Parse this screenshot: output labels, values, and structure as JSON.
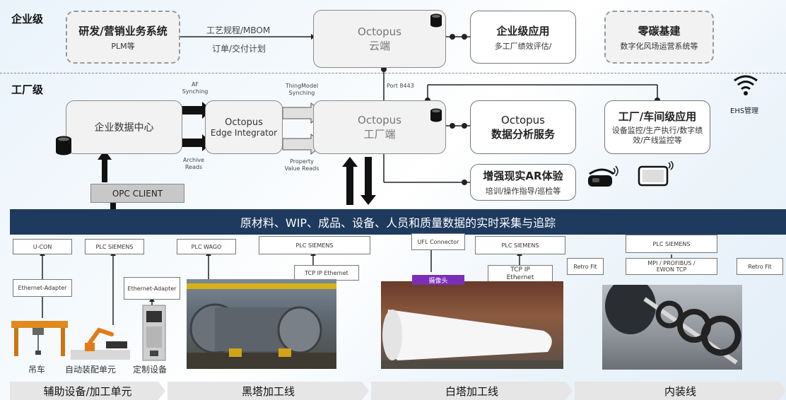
{
  "levels": {
    "enterprise": "企业级",
    "factory": "工厂级"
  },
  "enterprise_boxes": {
    "rd_title": "研发/营销业务系统",
    "rd_sub": "PLM等",
    "cloud_title": "Octopus",
    "cloud_sub": "云端",
    "apps_title": "企业级应用",
    "apps_sub": "多工厂绩效评估/",
    "zero_title": "零碳基建",
    "zero_sub": "数字化风场运营系统等"
  },
  "flow_labels": {
    "mbom": "工艺规程/MBOM",
    "order": "订单/交付计划",
    "port": "Port 8443"
  },
  "factory_boxes": {
    "datacenter": "企业数据中心",
    "edge_title": "Octopus",
    "edge_sub": "Edge Integrator",
    "plant_title": "Octopus",
    "plant_sub": "工厂端",
    "analytics_title": "Octopus",
    "analytics_sub": "数据分析服务",
    "shop_title": "工厂/车间级应用",
    "shop_sub": "设备监控/生产执行/数字绩效/产线监控等",
    "ar_title": "增强现实AR体验",
    "ar_sub": "培训/操作指导/巡检等",
    "opc": "OPC CLIENT",
    "ehs": "EHS管理"
  },
  "sync_labels": {
    "af_sync": "AF Synching",
    "archive": "Archive Reads",
    "thing_sync": "ThingModel Synching",
    "property": "Property Value Reads"
  },
  "banner": "原材料、WIP、成品、设备、人员和质量数据的实时采集与追踪",
  "plc": {
    "ucon": "U-CON",
    "siemens1": "PLC SIEMENS",
    "wago": "PLC WAGO",
    "siemens2": "PLC SIEMENS",
    "ufl": "UFL Connector",
    "siemens3": "PLC SIEMENS",
    "siemens4": "PLC SIEMENS",
    "eth_adapter": "Ethernet-Adapter",
    "eth_adapter2": "Ethernet-Adapter",
    "tcp1": "TCP IP Ethernet",
    "tcp2": "TCP IP Ethernet",
    "mpi": "MPI / PROFIBUS / EWON TCP",
    "retro1": "Retro Fit",
    "retro2": "Retro Fit",
    "camera": "摄像头"
  },
  "captions": {
    "crane": "吊车",
    "assembly": "自动装配单元",
    "custom": "定制设备"
  },
  "lines": [
    "辅助设备/加工单元",
    "黑塔加工线",
    "白塔加工线",
    "内装线"
  ]
}
